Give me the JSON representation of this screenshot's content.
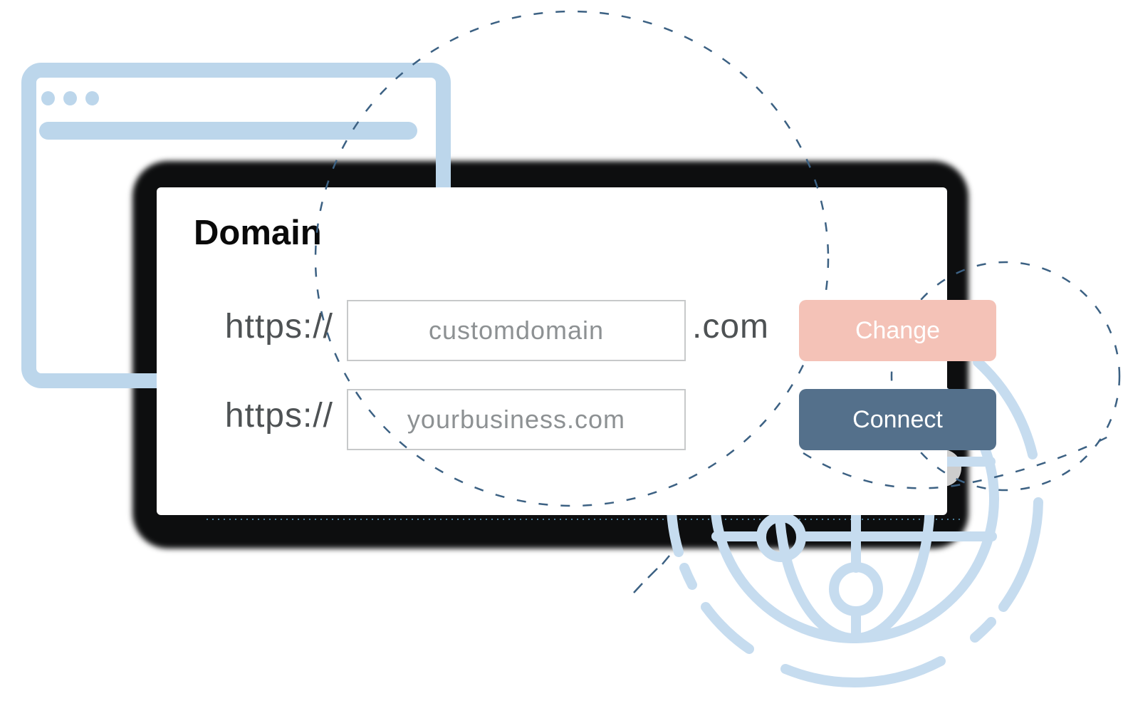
{
  "illustration": {
    "description": "Domain connect illustration with browser window, globe wireframe and dashed orbit circles"
  },
  "card": {
    "title": "Domain",
    "rows": [
      {
        "prefix": "https://",
        "value": "customdomain",
        "suffix": ".com",
        "button_label": "Change"
      },
      {
        "prefix": "https://",
        "value": "yourbusiness.com",
        "suffix": "",
        "button_label": "Connect"
      }
    ]
  },
  "colors": {
    "change_button": "#f4c2b7",
    "connect_button": "#54708b",
    "illustration_blue": "#bcd6eb",
    "globe_blue": "#c6dcef",
    "dashed_circle_blue": "#3c6183",
    "shadow_black": "#0d0e0f",
    "input_border_gray": "#c7c9ca",
    "input_text_gray": "#8d9193",
    "url_text_gray": "#4e5254"
  }
}
